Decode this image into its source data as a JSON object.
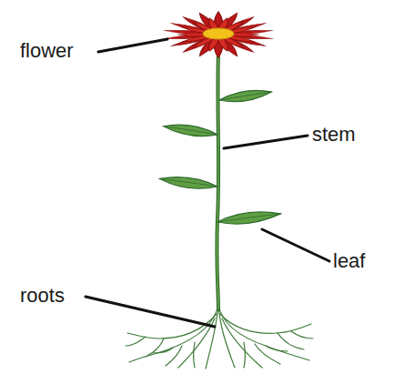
{
  "diagram": {
    "labels": [
      "flower",
      "stem",
      "leaf",
      "roots"
    ]
  }
}
